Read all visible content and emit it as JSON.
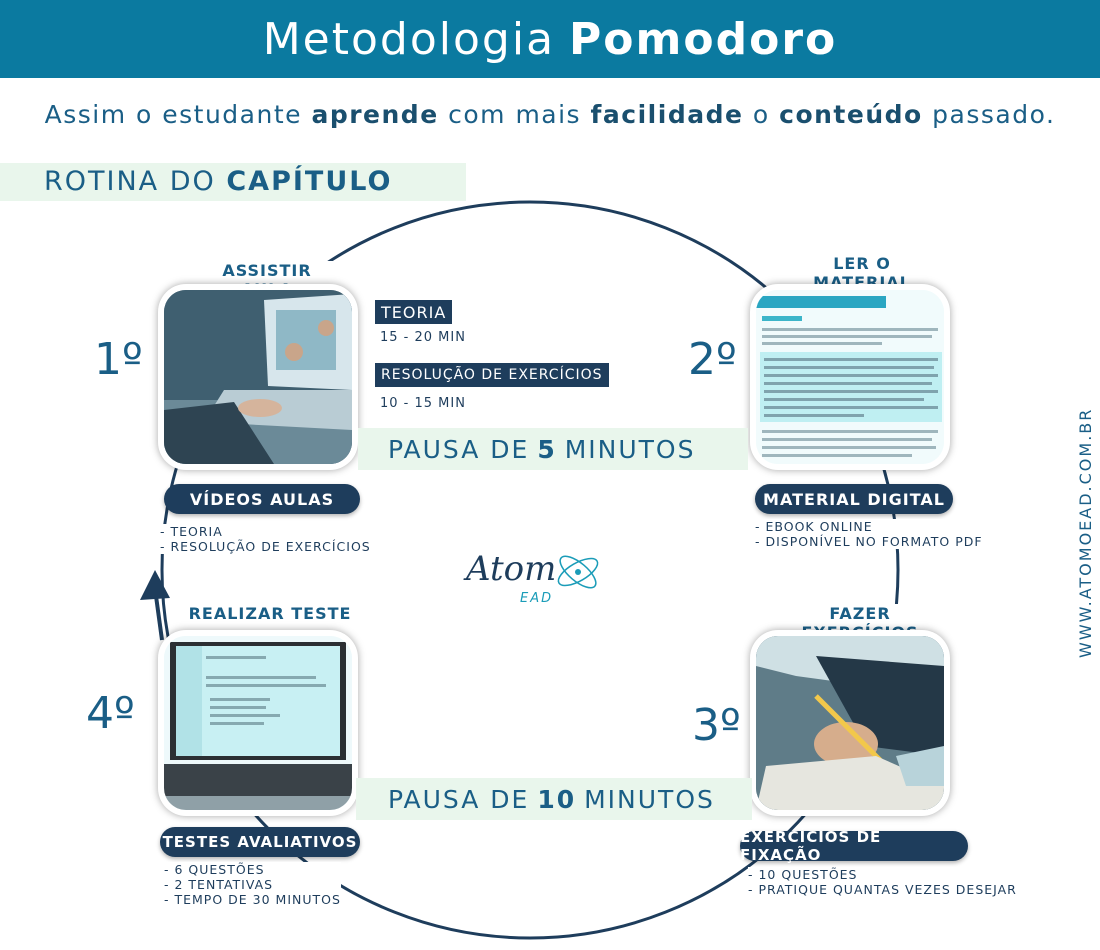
{
  "header": {
    "title_light": "Metodologia",
    "title_bold": "Pomodoro"
  },
  "subtitle": {
    "p1": "Assim o estudante ",
    "b1": "aprende",
    "p2": " com mais ",
    "b2": "facilidade",
    "p3": " o ",
    "b3": "conteúdo",
    "p4": " passado."
  },
  "rotina": {
    "light": "ROTINA DO",
    "bold": "CAPÍTULO"
  },
  "steps": [
    {
      "number": "1º",
      "title": "ASSISTIR AULA",
      "pill": "VÍDEOS AULAS",
      "bullets": [
        "- TEORIA",
        "- RESOLUÇÃO DE EXERCÍCIOS"
      ],
      "image": "laptop-video-class"
    },
    {
      "number": "2º",
      "title": "LER O MATERIAL",
      "pill": "MATERIAL DIGITAL",
      "bullets": [
        "- EBOOK ONLINE",
        "- DISPONÍVEL NO FORMATO PDF"
      ],
      "image": "ebook-page"
    },
    {
      "number": "3º",
      "title": "FAZER EXERCÍCIOS",
      "pill": "EXERCÍCIOS DE FIXAÇÃO",
      "bullets": [
        "- 10 QUESTÕES",
        "- PRATIQUE QUANTAS VEZES DESEJAR"
      ],
      "image": "writing-notebook"
    },
    {
      "number": "4º",
      "title": "REALIZAR TESTE",
      "pill": "TESTES AVALIATIVOS",
      "bullets": [
        "- 6 QUESTÕES",
        "- 2 TENTATIVAS",
        "- TEMPO DE 30 MINUTOS"
      ],
      "image": "laptop-test-screen"
    }
  ],
  "schedule": {
    "teoria_label": "TEORIA",
    "teoria_time": "15 - 20 MIN",
    "exercicios_label": "RESOLUÇÃO DE EXERCÍCIOS",
    "exercicios_time": "10 - 15 MIN"
  },
  "pausas": [
    {
      "pre": "PAUSA DE",
      "num": "5",
      "post": "MINUTOS"
    },
    {
      "pre": "PAUSA DE",
      "num": "10",
      "post": "MINUTOS"
    }
  ],
  "logo": {
    "text": "Atom",
    "sub": "EAD"
  },
  "website": "WWW.ATOMOEAD.COM.BR",
  "colors": {
    "header_bg": "#0b7aa0",
    "navy": "#1e3d5c",
    "text_blue": "#1a5e86",
    "mint": "#e9f6ec",
    "cyan_tint": "#bfeff2"
  }
}
